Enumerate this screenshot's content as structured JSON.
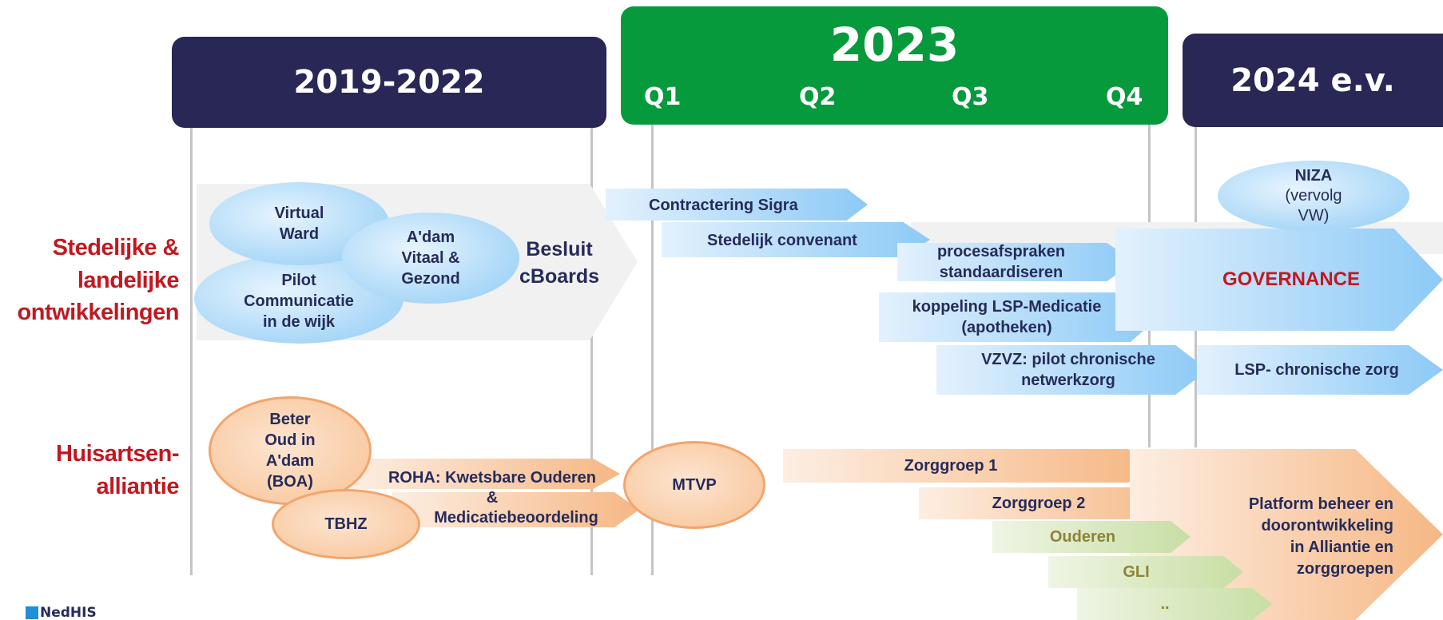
{
  "headers": {
    "period1": "2019-2022",
    "period2": "2023",
    "period3": "2024 e.v.",
    "quarters": [
      "Q1",
      "Q2",
      "Q3",
      "Q4"
    ]
  },
  "row_labels": {
    "row1": [
      "Stedelijke &",
      "landelijke",
      "ontwikkelingen"
    ],
    "row2": [
      "Huisartsen-",
      "alliantie"
    ]
  },
  "row1": {
    "ovals": {
      "virtual_ward": [
        "Virtual",
        "Ward"
      ],
      "pilot": [
        "Pilot",
        "Communicatie",
        "in de wijk"
      ],
      "adam": [
        "A'dam",
        "Vitaal &",
        "Gezond"
      ],
      "niza": [
        "NIZA",
        "(vervolg",
        "VW)"
      ]
    },
    "besluit": [
      "Besluit",
      "cBoards"
    ],
    "arrows": {
      "contractering": "Contractering Sigra",
      "convenant": "Stedelijk convenant",
      "procesafspraken": [
        "procesafspraken",
        "standaardiseren"
      ],
      "koppeling": [
        "koppeling LSP-Medicatie",
        "(apotheken)"
      ],
      "vzvz": [
        "VZVZ: pilot chronische",
        "netwerkzorg"
      ],
      "governance": "GOVERNANCE",
      "lsp": "LSP- chronische zorg"
    }
  },
  "row2": {
    "ovals": {
      "boa": [
        "Beter",
        "Oud in",
        "A'dam",
        "(BOA)"
      ],
      "tbhz": "TBHZ",
      "mtvp": "MTVP"
    },
    "roha": [
      "ROHA: Kwetsbare Ouderen",
      "&",
      "Medicatiebeoordeling"
    ],
    "arrows": {
      "zorggroep1": "Zorggroep 1",
      "zorggroep2": "Zorggroep 2",
      "ouderen": "Ouderen",
      "gli": "GLI",
      "more": ".."
    },
    "platform": [
      "Platform beheer en",
      "doorontwikkeling",
      "in Alliantie en",
      "zorggroepen"
    ]
  },
  "logo": "NedHIS",
  "colors": {
    "navy": "#282755",
    "green": "#069a3c",
    "red": "#c2181f",
    "text": "#262b59"
  }
}
